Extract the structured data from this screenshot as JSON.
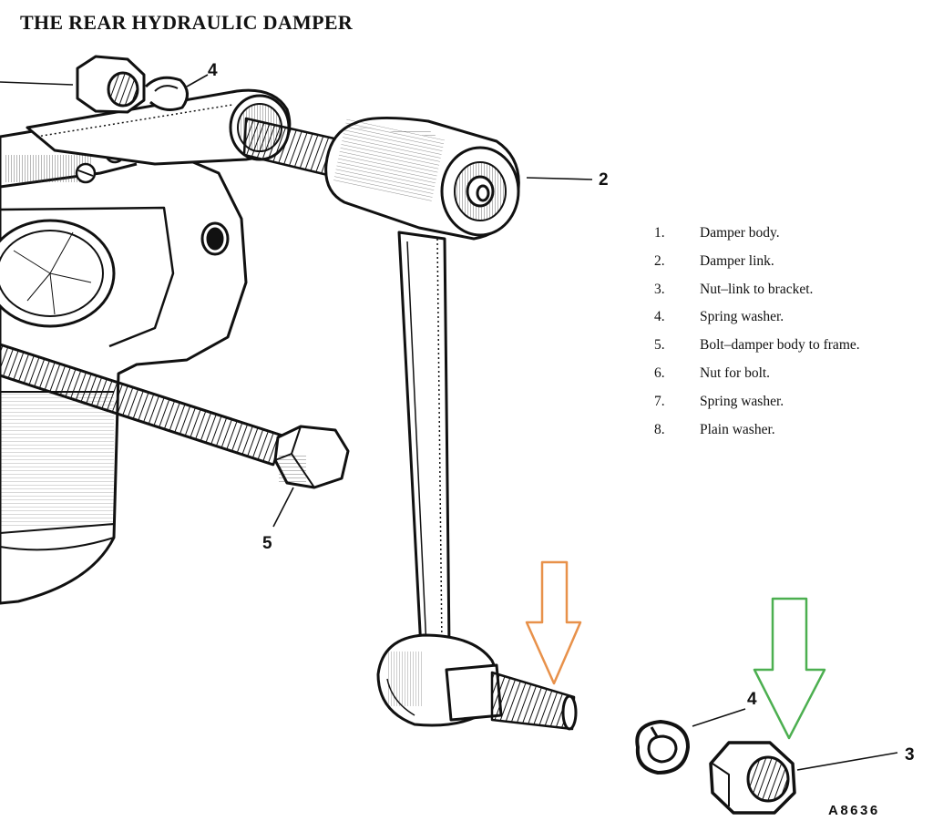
{
  "title": "THE REAR HYDRAULIC DAMPER",
  "legend": [
    {
      "num": "1.",
      "text": "Damper body."
    },
    {
      "num": "2.",
      "text": "Damper link."
    },
    {
      "num": "3.",
      "text": "Nut–link to bracket."
    },
    {
      "num": "4.",
      "text": "Spring washer."
    },
    {
      "num": "5.",
      "text": "Bolt–damper body to frame."
    },
    {
      "num": "6.",
      "text": "Nut for bolt."
    },
    {
      "num": "7.",
      "text": "Spring washer."
    },
    {
      "num": "8.",
      "text": "Plain washer."
    }
  ],
  "callouts": {
    "top_washer": "4",
    "link": "2",
    "bolt": "5",
    "lower_washer": "4",
    "nut": "3"
  },
  "figure_code": "A8636",
  "arrows": {
    "stud_arrow_color": "#e8914a",
    "nut_arrow_color": "#4caf50"
  }
}
